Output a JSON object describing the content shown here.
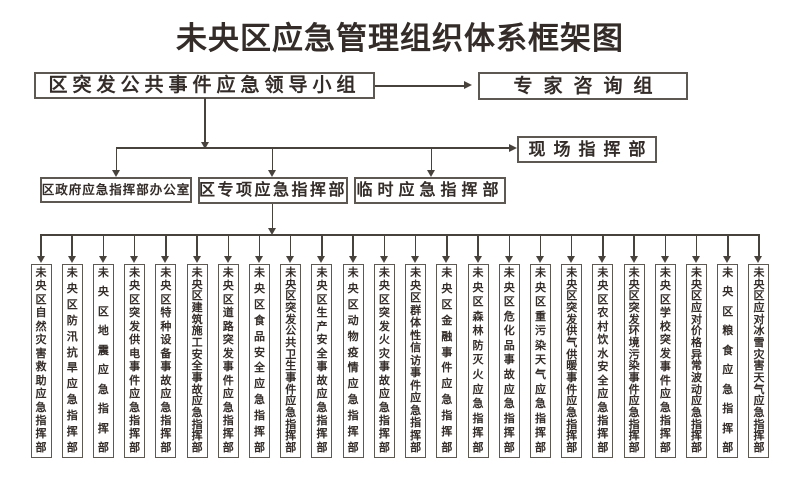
{
  "title": "未央区应急管理组织体系框架图",
  "nodes": {
    "leader": "区突发公共事件应急领导小组",
    "expert": "专家咨询组",
    "scene": "现场指挥部",
    "office": "区政府应急指挥部办公室",
    "special": "区专项应急指挥部",
    "temp": "临时应急指挥部"
  },
  "bottom_row": {
    "items": [
      "未央区自然灾害救助应急指挥部",
      "未央区防汛抗旱应急指挥部",
      "未央区地震应急指挥部",
      "未央区突发供电事件应急指挥部",
      "未央区特种设备事故应急指挥部",
      "未央区建筑施工安全事故应急指挥部",
      "未央区道路突发事件应急指挥部",
      "未央区食品安全应急指挥部",
      "未央区突发公共卫生事件应急指挥部",
      "未央区生产安全事故应急指挥部",
      "未央区动物疫情应急指挥部",
      "未央区突发火灾事故应急指挥部",
      "未央区群体性信访事件应急指挥部",
      "未央区金融事件应急指挥部",
      "未央区森林防灭火应急指挥部",
      "未央区危化品事故应急指挥部",
      "未央区重污染天气应急指挥部",
      "未央区突发供气供暖事件应急指挥部",
      "未央区农村饮水安全应急指挥部",
      "未央区突发环境污染事件应急指挥部",
      "未央区学校突发事件应急指挥部",
      "未央区应对价格异常波动应急指挥部",
      "未央区粮食应急指挥部",
      "未央区应对冰雪灾害天气应急指挥部"
    ]
  },
  "colors": {
    "text": "#332c28",
    "border": "#5e5853",
    "line": "#48423d",
    "background": "#ffffff"
  }
}
